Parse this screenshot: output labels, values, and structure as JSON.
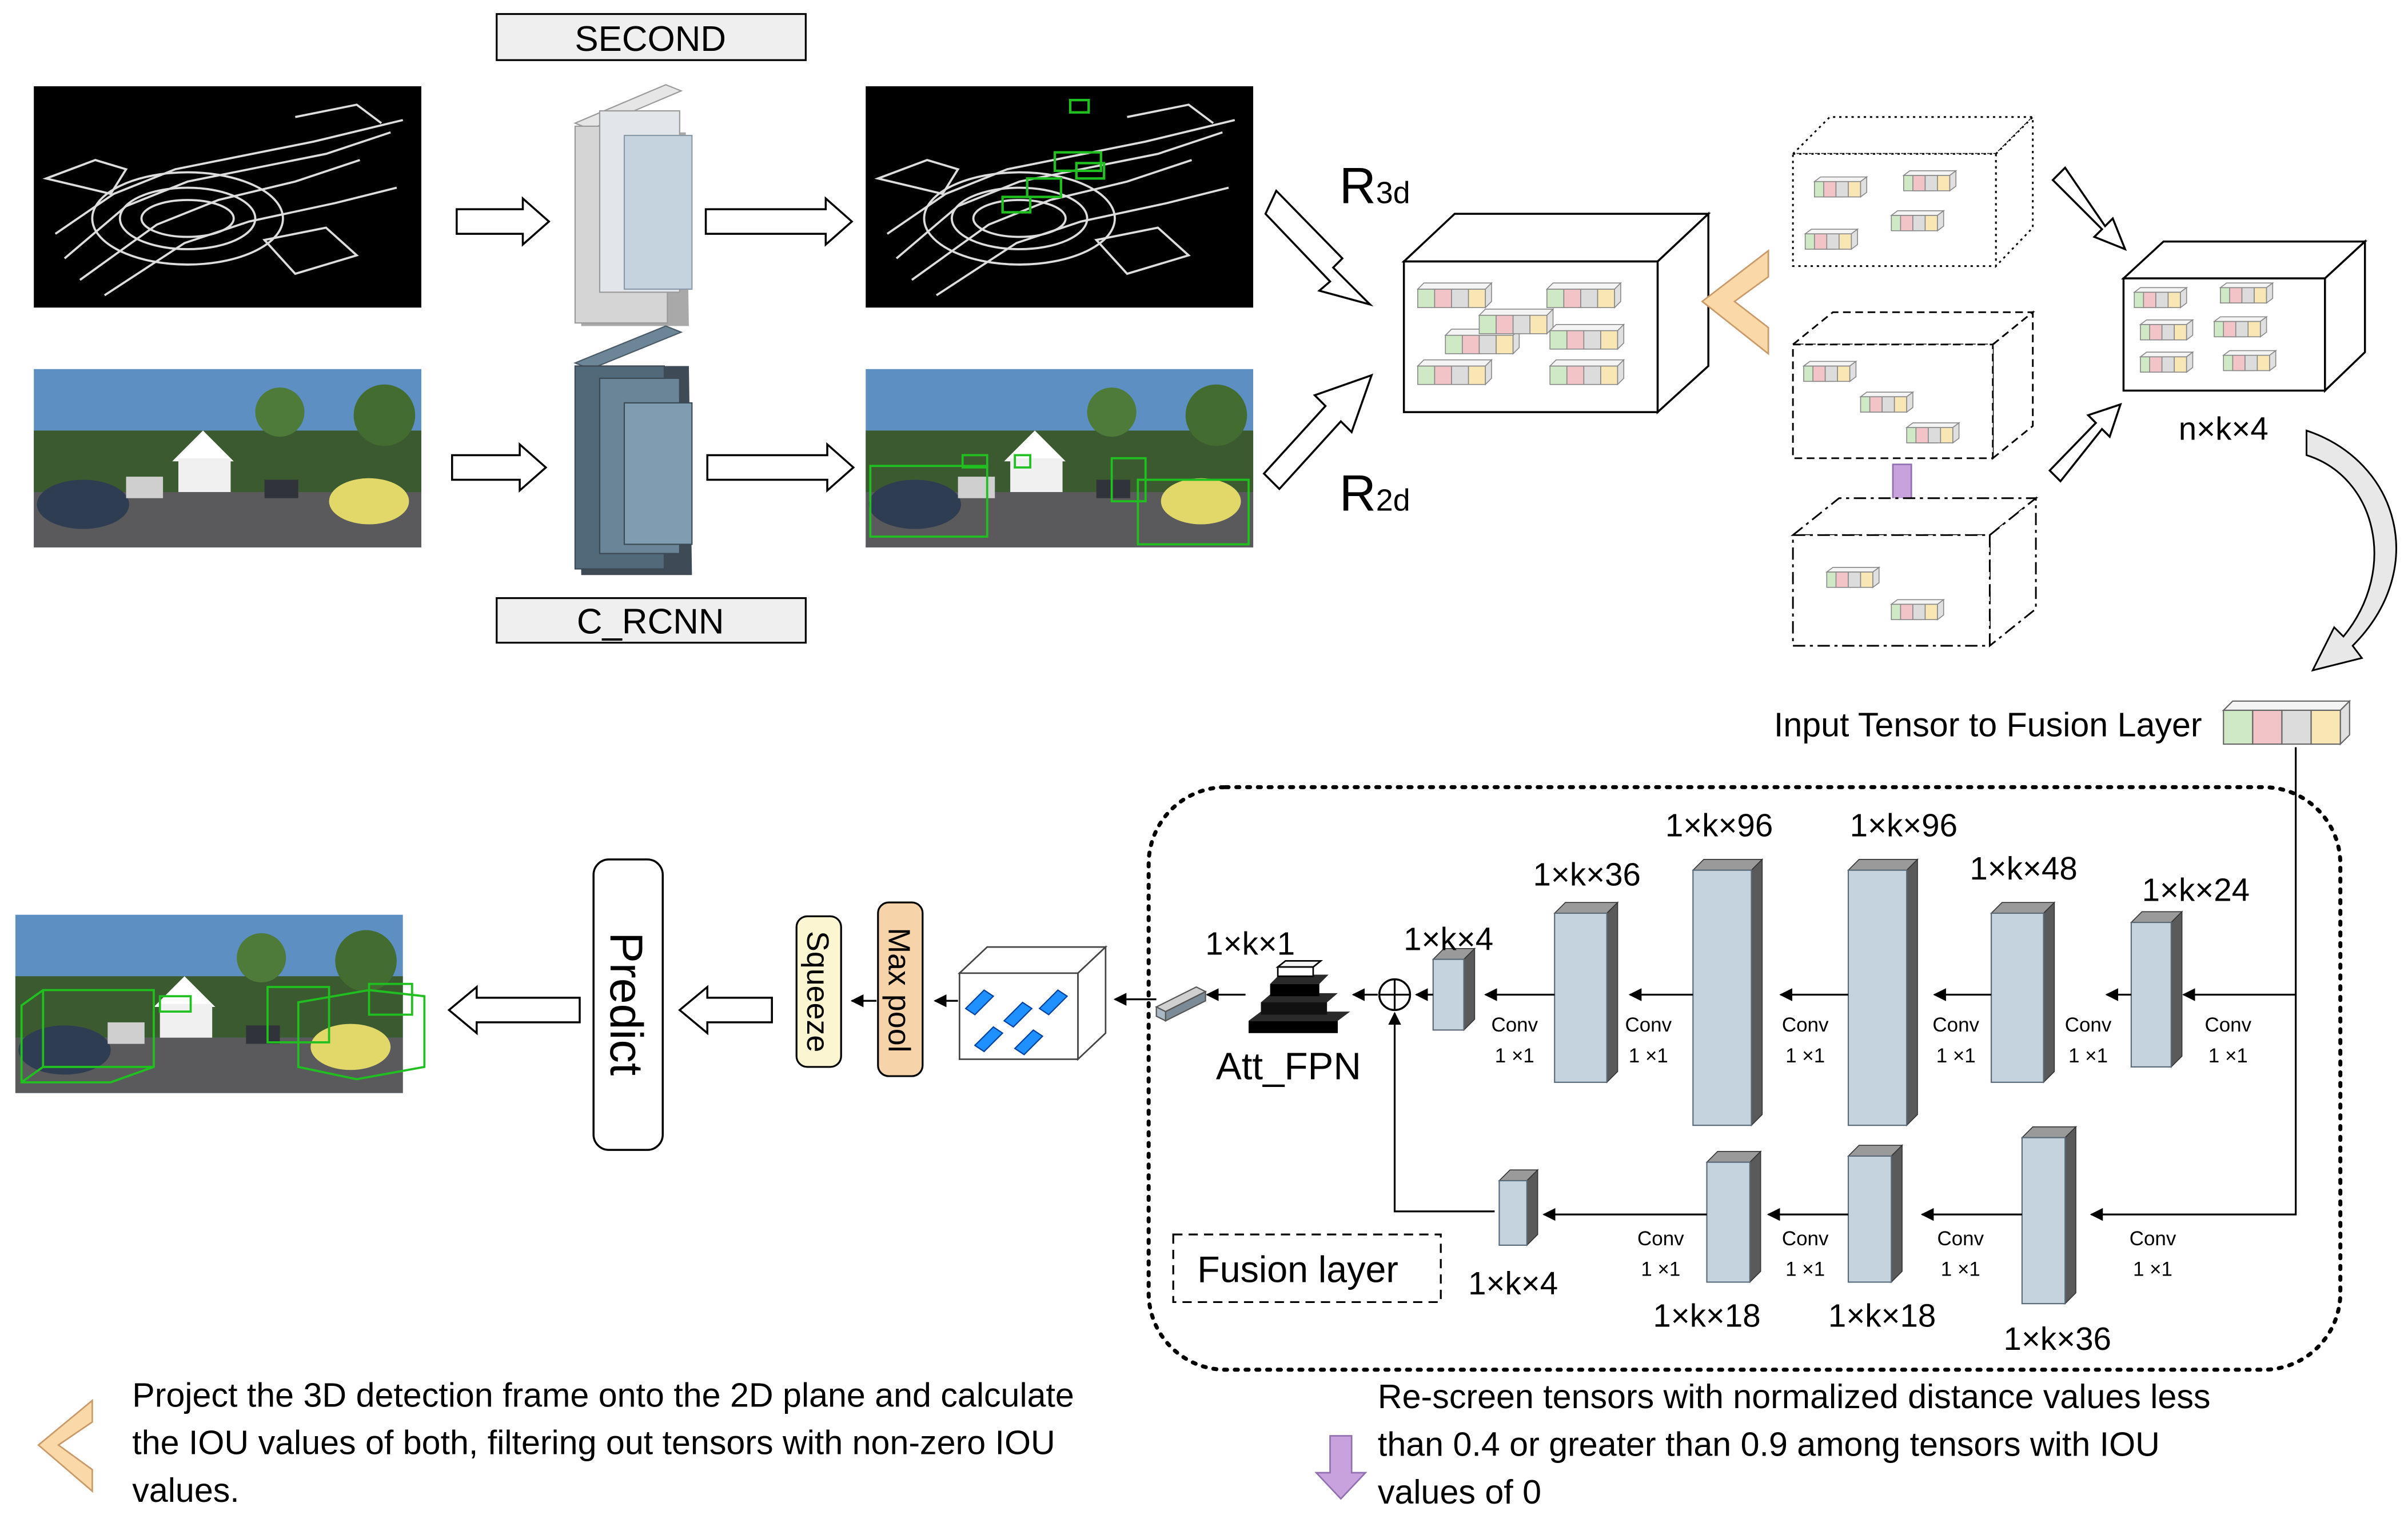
{
  "models": {
    "top_label": "SECOND",
    "bottom_label": "C_RCNN"
  },
  "branches": {
    "r3d_main": "R",
    "r3d_sub": "3d",
    "r2d_main": "R",
    "r2d_sub": "2d"
  },
  "tensor_shape_label": "n×k×4",
  "input_tensor_label": "Input Tensor to Fusion Layer",
  "fusion": {
    "box_label": "Fusion layer",
    "att_fpn_label": "Att_FPN",
    "output_dim_label": "1×k×1",
    "conv_text": "Conv",
    "conv_size": "1 ×1",
    "upper_dims": [
      "1×k×4",
      "1×k×36",
      "1×k×96",
      "1×k×96",
      "1×k×48",
      "1×k×24"
    ],
    "lower_dims": [
      "1×k×4",
      "1×k×18",
      "1×k×18",
      "1×k×36"
    ]
  },
  "pipeline": {
    "max_pool": "Max pool",
    "squeeze": "Squeeze",
    "predict": "Predict"
  },
  "legend": {
    "iou_line1": "Project the 3D detection frame onto the 2D plane and calculate",
    "iou_line2": "the IOU values of both, filtering out tensors with non-zero IOU",
    "iou_line3": "values.",
    "rescreen_line1": "Re-screen tensors with normalized distance values less",
    "rescreen_line2": "than 0.4 or greater than 0.9 among tensors with IOU",
    "rescreen_line3": "values of 0"
  },
  "colors": {
    "pink": "#f2c4c8",
    "green": "#cfe8c6",
    "grey": "#dcdcdc",
    "yellow": "#f8e6b5",
    "layer_face": "#c5d3df",
    "layer_side": "#5a5a5a",
    "max_pool_fill": "#f6d3a8",
    "squeeze_fill": "#fbf5d2",
    "iou_arrow_fill": "#fad8a8",
    "rescreen_arrow_fill": "#c8a2dc",
    "bbox_green": "#20c020"
  }
}
